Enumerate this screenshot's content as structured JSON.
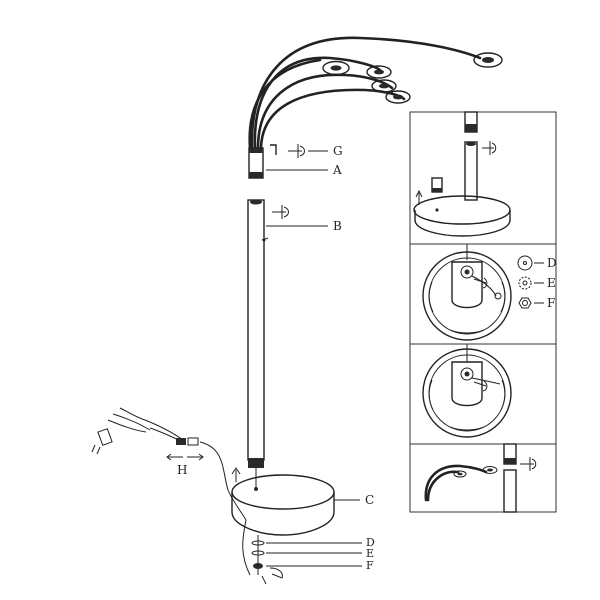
{
  "labels": {
    "A": "A",
    "B": "B",
    "C": "C",
    "D": "D",
    "E": "E",
    "F": "F",
    "G": "G",
    "H": "H",
    "DEF_stack": [
      "D",
      "E",
      "F"
    ]
  },
  "icons": {
    "rotate": "rotate-arrow-icon",
    "insert": "insert-arrow-icon",
    "connector": "plug-arrows-icon"
  }
}
